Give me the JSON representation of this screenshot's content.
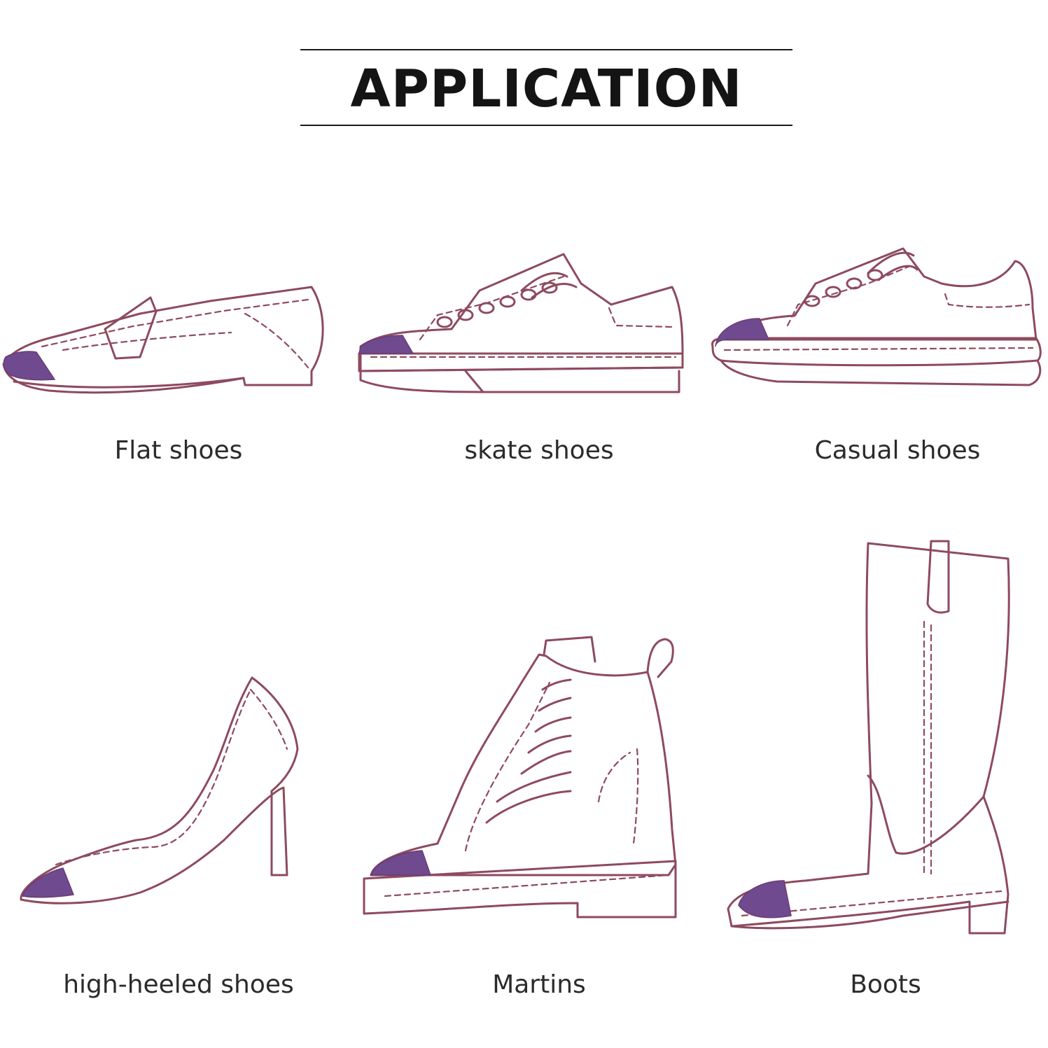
{
  "header": {
    "title": "APPLICATION"
  },
  "colors": {
    "outline": "#8e4a5e",
    "toe_cap": "#6f4a8e",
    "text": "#2b2b2b"
  },
  "items": [
    {
      "label": "Flat shoes",
      "icon": "flat-shoe-icon"
    },
    {
      "label": "skate shoes",
      "icon": "skate-shoe-icon"
    },
    {
      "label": "Casual shoes",
      "icon": "casual-shoe-icon"
    },
    {
      "label": "high-heeled shoes",
      "icon": "high-heel-icon"
    },
    {
      "label": "Martins",
      "icon": "martin-boot-icon"
    },
    {
      "label": "Boots",
      "icon": "tall-boot-icon"
    }
  ]
}
